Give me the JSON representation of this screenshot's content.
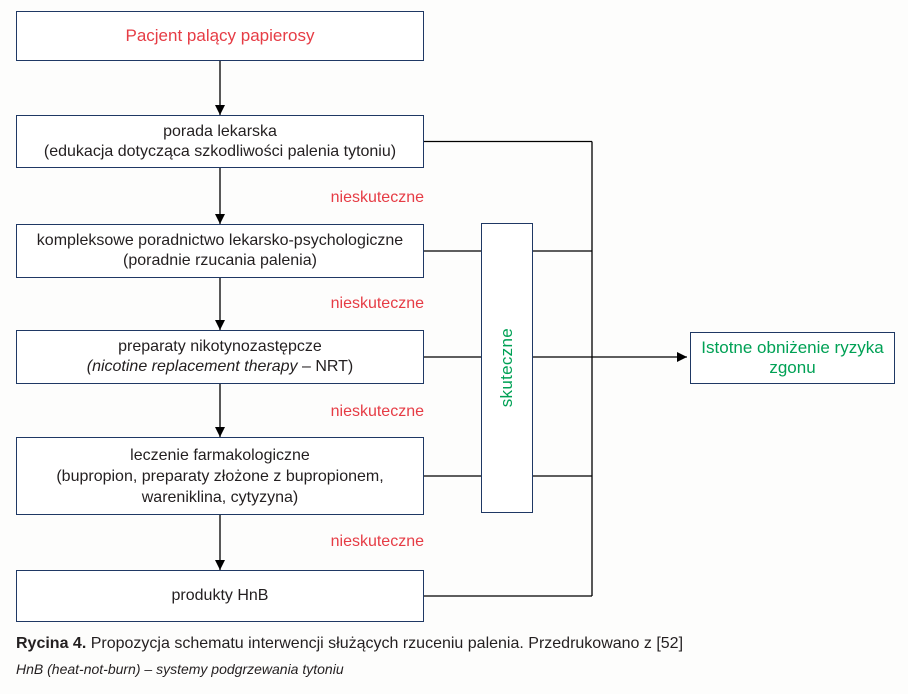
{
  "figure": {
    "boxes": {
      "patient": {
        "text": "Pacjent palący papierosy"
      },
      "advice": {
        "line1": "porada lekarska",
        "line2": "(edukacja dotycząca szkodliwości palenia tytoniu)"
      },
      "counseling": {
        "line1": "kompleksowe poradnictwo lekarsko-psychologiczne",
        "line2": "(poradnie rzucania palenia)"
      },
      "nrt": {
        "line1": "preparaty nikotynozastępcze",
        "line2_italic": "(nicotine replacement therapy",
        "line2_rest": " – NRT)"
      },
      "pharmacotherapy": {
        "line1": "leczenie farmakologiczne",
        "line2": "(bupropion, preparaty złożone z bupropionem,",
        "line3": "wareniklina, cytyzyna)"
      },
      "hnb": {
        "text": "produkty HnB"
      },
      "effective": {
        "text": "skuteczne"
      },
      "outcome": {
        "text": "Istotne obniżenie ryzyka zgonu"
      }
    },
    "edge_labels": {
      "ineffective_1": "nieskuteczne",
      "ineffective_2": "nieskuteczne",
      "ineffective_3": "nieskuteczne",
      "ineffective_4": "nieskuteczne"
    },
    "caption": {
      "label": "Rycina 4.",
      "text": "Propozycja schematu interwencji służących rzuceniu palenia. Przedrukowano z [52]"
    },
    "footnote": "HnB (heat-not-burn) – systemy podgrzewania tytoniu",
    "colors": {
      "box_border_navy": "#1f3864",
      "accent_red": "#e63c45",
      "accent_green": "#00a155",
      "text_ink": "#231f20",
      "connector_black": "#000000"
    }
  }
}
